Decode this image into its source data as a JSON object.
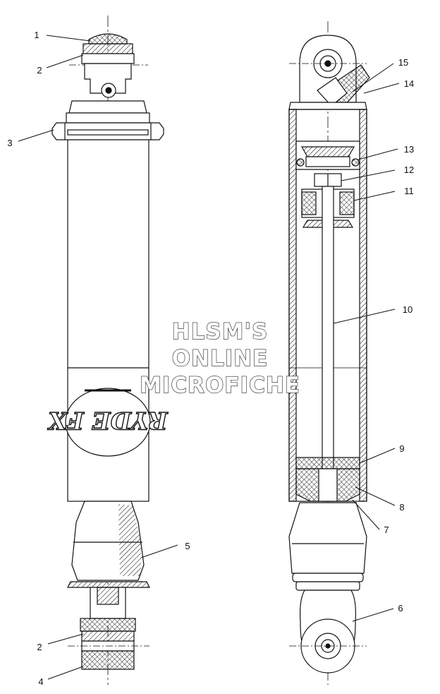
{
  "diagram": {
    "callouts": [
      {
        "id": "c1",
        "label": "1"
      },
      {
        "id": "c2a",
        "label": "2"
      },
      {
        "id": "c3",
        "label": "3"
      },
      {
        "id": "c5",
        "label": "5"
      },
      {
        "id": "c2b",
        "label": "2"
      },
      {
        "id": "c4",
        "label": "4"
      },
      {
        "id": "c15",
        "label": "15"
      },
      {
        "id": "c14",
        "label": "14"
      },
      {
        "id": "c13",
        "label": "13"
      },
      {
        "id": "c12",
        "label": "12"
      },
      {
        "id": "c11",
        "label": "11"
      },
      {
        "id": "c10",
        "label": "10"
      },
      {
        "id": "c9",
        "label": "9"
      },
      {
        "id": "c8",
        "label": "8"
      },
      {
        "id": "c7",
        "label": "7"
      },
      {
        "id": "c6",
        "label": "6"
      }
    ],
    "logo_text": "RYDE FX",
    "watermark": {
      "line1": "HLSM'S",
      "line2": "ONLINE",
      "line3": "MICROFICHE"
    }
  },
  "colors": {
    "line": "#111111",
    "body_fill": "#ffffff",
    "hatch": "#111111"
  }
}
